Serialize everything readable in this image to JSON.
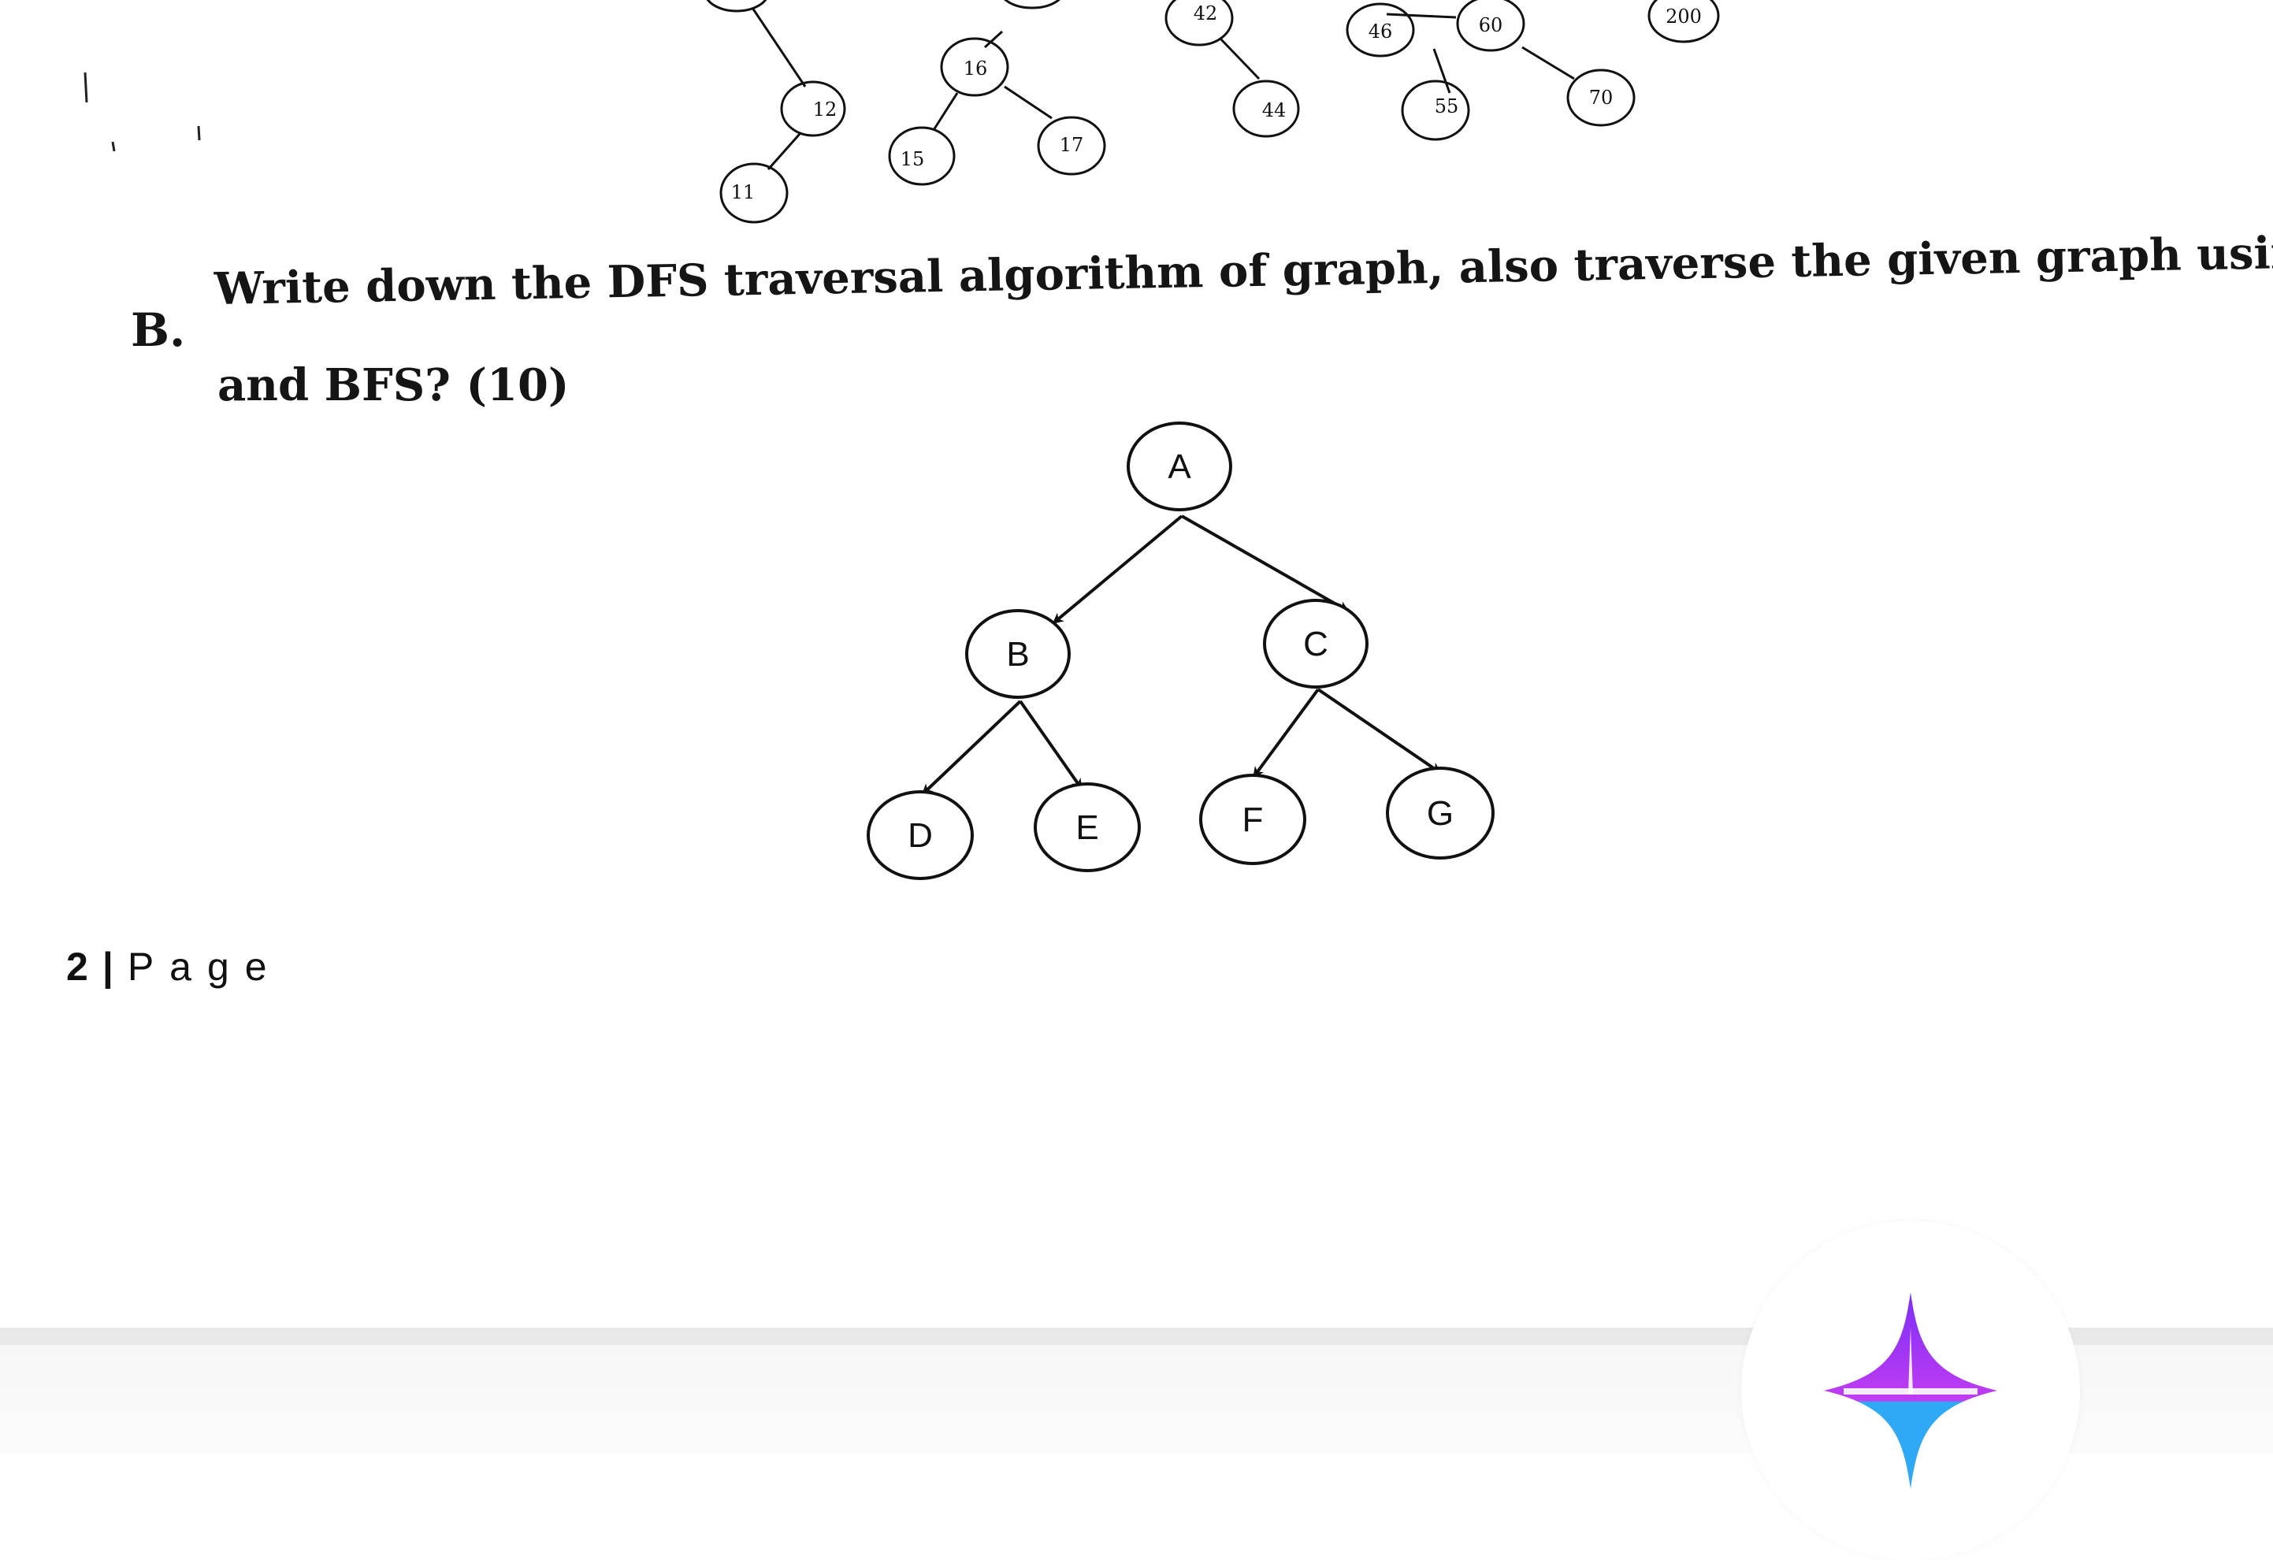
{
  "top_tree_nodes": [
    "12",
    "11",
    "16",
    "15",
    "17",
    "42",
    "44",
    "46",
    "60",
    "55",
    "70",
    "200"
  ],
  "question": {
    "label": "B.",
    "line1": "Write down the DFS traversal algorithm of graph, also traverse the given graph using DFS",
    "line2": "and BFS? (10)"
  },
  "graph": {
    "nodes": [
      "A",
      "B",
      "C",
      "D",
      "E",
      "F",
      "G"
    ],
    "edges": [
      [
        "A",
        "B"
      ],
      [
        "A",
        "C"
      ],
      [
        "B",
        "D"
      ],
      [
        "B",
        "E"
      ],
      [
        "C",
        "F"
      ],
      [
        "C",
        "G"
      ]
    ]
  },
  "footer": {
    "page_number": "2",
    "separator": "|",
    "page_word": "Page"
  },
  "fab": {
    "icon": "sparkle-star-icon",
    "colors": [
      "#7b2ff7",
      "#c13cf2",
      "#2fa9f5"
    ]
  }
}
